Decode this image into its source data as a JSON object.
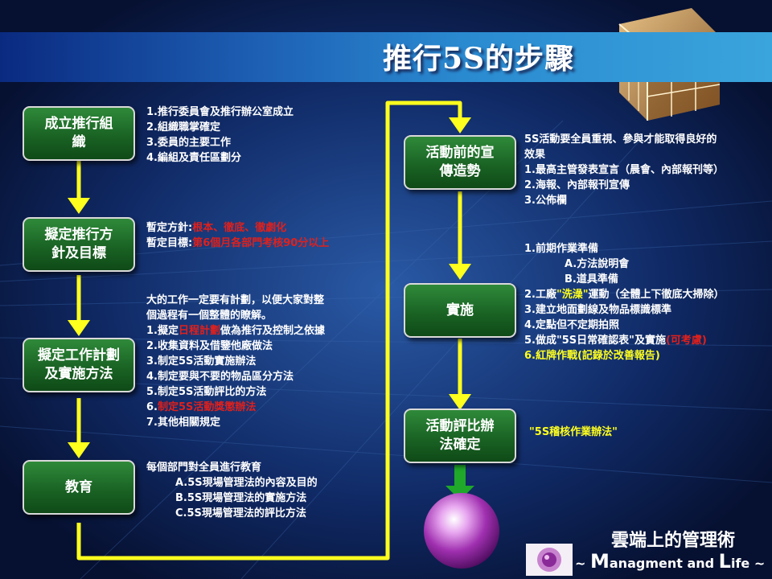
{
  "title": "推行5S的步驟",
  "steps_left": [
    {
      "line1": "成立推行組",
      "line2": "織"
    },
    {
      "line1": "擬定推行方",
      "line2": "針及目標"
    },
    {
      "line1": "擬定工作計劃",
      "line2": "及實施方法"
    },
    {
      "line1": "教育",
      "line2": ""
    }
  ],
  "steps_right": [
    {
      "line1": "活動前的宣",
      "line2": "傳造勢"
    },
    {
      "line1": "實施",
      "line2": ""
    },
    {
      "line1": "活動評比辦",
      "line2": "法確定"
    }
  ],
  "desc_organize": [
    "1.推行委員會及推行辦公室成立",
    "2.組織職掌確定",
    "3.委員的主要工作",
    "4.編組及責任區劃分"
  ],
  "desc_policy": {
    "policy_label": "暫定方針:",
    "policy_value": "根本、徹底、徹劇化",
    "goal_label": "暫定目標:",
    "goal_value": "第6個月各部門考核90分以上"
  },
  "desc_plan": {
    "intro1": "大的工作一定要有計劃，以便大家對整",
    "intro2": "個過程有一個整體的瞭解。",
    "item1_pre": "1.擬定",
    "item1_red": "日程計劃",
    "item1_post": "做為推行及控制之依據",
    "item2": "2.收集資料及借鑒他廠做法",
    "item3": "3.制定5S活動實施辦法",
    "item4": "4.制定要與不要的物品區分方法",
    "item5": "5.制定5S活動評比的方法",
    "item6_pre": "6.",
    "item6_red": "制定5S活動獎懲辦法",
    "item7": "7.其他相關規定"
  },
  "desc_education": [
    "每個部門對全員進行教育",
    "A.5S現場管理法的內容及目的",
    "B.5S現場管理法的實施方法",
    "C.5S現場管理法的評比方法"
  ],
  "desc_promotion": [
    "5S活動要全員重視、參與才能取得良好的",
    "效果",
    "1.最高主管發表宣言（晨會、內部報刊等）",
    "2.海報、內部報刊宣傳",
    "3.公佈欄"
  ],
  "desc_implement": {
    "l1": "1.前期作業準備",
    "l2": "A.方法說明會",
    "l3": "B.道具準備",
    "l4_pre": "2.工廠",
    "l4_yel": "\"洗澡\"",
    "l4_post": "運動（全體上下徹底大掃除）",
    "l5": "3.建立地面劃線及物品標識標準",
    "l6": "4.定點但不定期拍照",
    "l7_pre": "5.做成",
    "l7_yel": "\"5S日常確認表\"",
    "l7_mid": "及實施",
    "l7_red": "(可考慮)",
    "l8": "6.紅牌作戰(記錄於改善報告)"
  },
  "desc_evaluation": "\"5S稽核作業辦法\"",
  "brand": {
    "cn": "雲端上的管理術",
    "en_prefix": "~ ",
    "en_M": "M",
    "en_mid": "anagment and ",
    "en_L": "L",
    "en_suffix": "ife ~"
  },
  "colors": {
    "box_green": "#1a6324",
    "arrow_yellow": "#ffff1e",
    "highlight_red": "#e0201c",
    "banner_blue": "#1e62b6"
  }
}
